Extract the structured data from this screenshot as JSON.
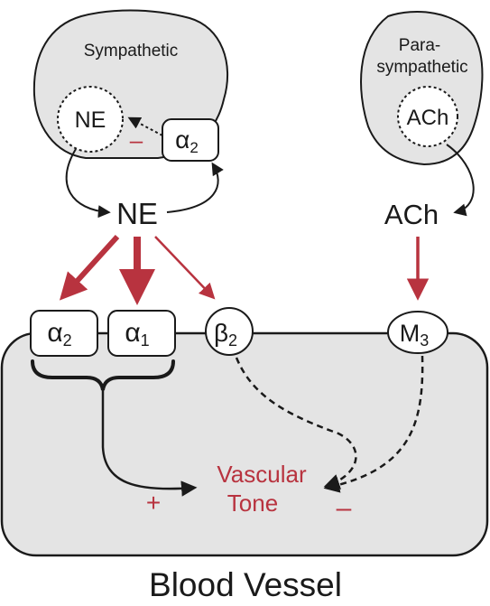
{
  "sympathetic": {
    "label": "Sympathetic",
    "vesicle": "NE"
  },
  "parasympathetic": {
    "label_line1": "Para-",
    "label_line2": "sympathetic",
    "vesicle": "ACh"
  },
  "presynaptic_receptor": {
    "symbol": "α",
    "sub": "2"
  },
  "inhibition_sign": "–",
  "released": {
    "ne": "NE",
    "ach": "ACh"
  },
  "receptors": [
    {
      "symbol": "α",
      "sub": "2"
    },
    {
      "symbol": "α",
      "sub": "1"
    },
    {
      "symbol": "β",
      "sub": "2"
    },
    {
      "symbol": "M",
      "sub": "3"
    }
  ],
  "vascular_tone": {
    "line1": "Vascular",
    "line2": "Tone"
  },
  "plus_sign": "+",
  "minus_sign": "–",
  "vessel_label": "Blood Vessel",
  "colors": {
    "red": "#b8333f",
    "panel": "#e4e4e4",
    "stroke": "#1a1a1a"
  }
}
